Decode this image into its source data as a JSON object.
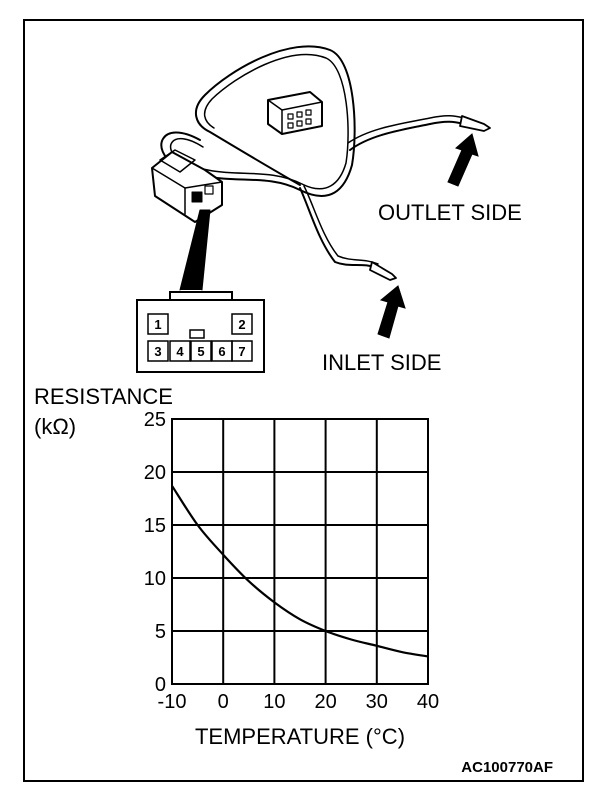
{
  "diagram": {
    "outlet_label": "OUTLET SIDE",
    "inlet_label": "INLET SIDE",
    "connector_pins": [
      "1",
      "2",
      "3",
      "4",
      "5",
      "6",
      "7"
    ],
    "figure_code": "AC100770AF"
  },
  "chart_data": {
    "type": "line",
    "ylabel_line1": "RESISTANCE",
    "ylabel_line2": "(kΩ)",
    "xlabel": "TEMPERATURE (°C)",
    "xlim": [
      -10,
      40
    ],
    "ylim": [
      0,
      25
    ],
    "x_ticks": [
      "-10",
      "0",
      "10",
      "20",
      "30",
      "40"
    ],
    "y_ticks": [
      "0",
      "5",
      "10",
      "15",
      "20",
      "25"
    ],
    "grid": true,
    "series": [
      {
        "x": [
          -10,
          -5,
          0,
          5,
          10,
          15,
          20,
          25,
          30,
          35,
          40
        ],
        "y": [
          18.7,
          15.0,
          12.2,
          9.7,
          7.7,
          6.1,
          5.0,
          4.2,
          3.6,
          3.0,
          2.6
        ]
      }
    ]
  }
}
